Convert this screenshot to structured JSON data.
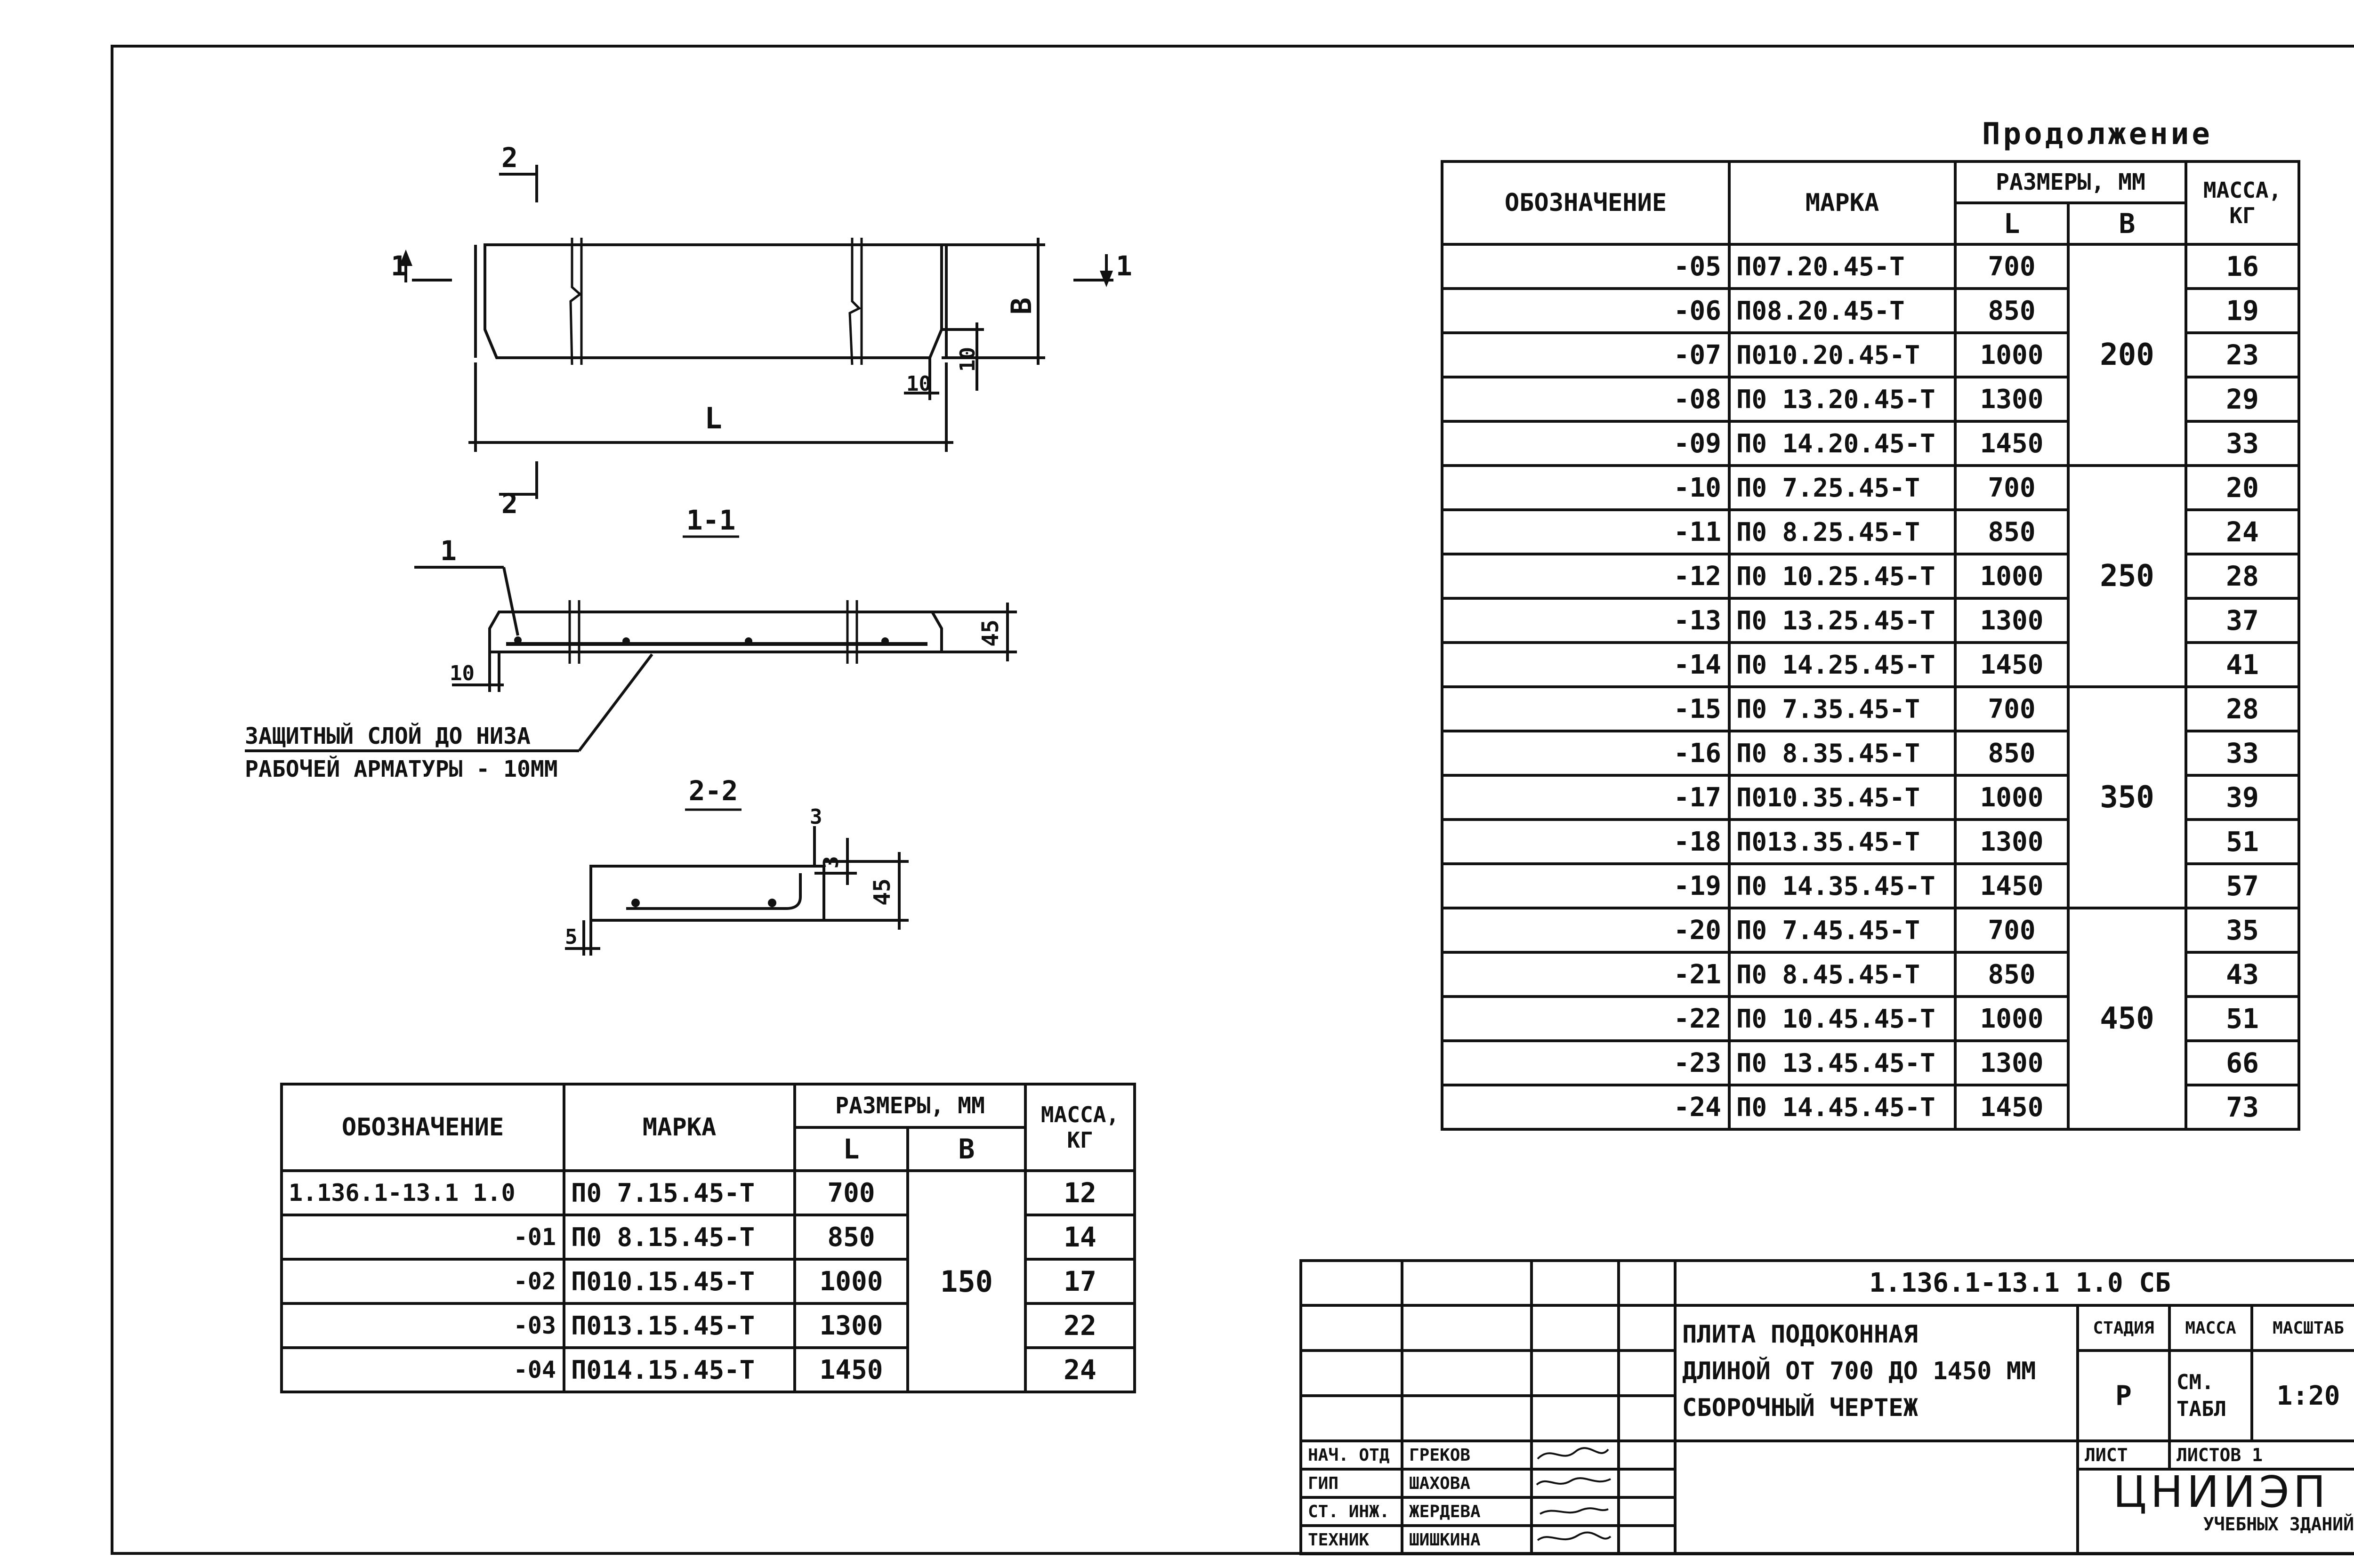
{
  "drawing": {
    "dims": {
      "L": "L",
      "B": "B",
      "ten": "10",
      "forty_five": "45",
      "three": "3",
      "five": "5"
    },
    "section_marks": {
      "one": "1",
      "two": "2"
    },
    "section_titles": {
      "s11": "1-1",
      "s22": "2-2"
    },
    "leader_1": "1",
    "note_line1": "ЗАЩИТНЫЙ СЛОЙ ДО НИЗА",
    "note_line2": "РАБОЧЕЙ АРМАТУРЫ - 10ММ"
  },
  "table_main": {
    "continuation": "Продолжение",
    "headers": {
      "designation": "ОБОЗНАЧЕНИЕ",
      "mark": "МАРКА",
      "sizes": "РАЗМЕРЫ, ММ",
      "l": "L",
      "b": "B",
      "mass": "МАССА, КГ"
    },
    "rows": [
      {
        "d": "-05",
        "m": "П07.20.45-Т",
        "l": "700",
        "mass": "16"
      },
      {
        "d": "-06",
        "m": "П08.20.45-Т",
        "l": "850",
        "mass": "19"
      },
      {
        "d": "-07",
        "m": "П010.20.45-Т",
        "l": "1000",
        "mass": "23"
      },
      {
        "d": "-08",
        "m": "П0 13.20.45-Т",
        "l": "1300",
        "mass": "29"
      },
      {
        "d": "-09",
        "m": "П0 14.20.45-Т",
        "l": "1450",
        "mass": "33"
      },
      {
        "d": "-10",
        "m": "П0 7.25.45-Т",
        "l": "700",
        "mass": "20"
      },
      {
        "d": "-11",
        "m": "П0 8.25.45-Т",
        "l": "850",
        "mass": "24"
      },
      {
        "d": "-12",
        "m": "П0 10.25.45-Т",
        "l": "1000",
        "mass": "28"
      },
      {
        "d": "-13",
        "m": "П0 13.25.45-Т",
        "l": "1300",
        "mass": "37"
      },
      {
        "d": "-14",
        "m": "П0 14.25.45-Т",
        "l": "1450",
        "mass": "41"
      },
      {
        "d": "-15",
        "m": "П0 7.35.45-Т",
        "l": "700",
        "mass": "28"
      },
      {
        "d": "-16",
        "m": "П0 8.35.45-Т",
        "l": "850",
        "mass": "33"
      },
      {
        "d": "-17",
        "m": "П010.35.45-Т",
        "l": "1000",
        "mass": "39"
      },
      {
        "d": "-18",
        "m": "П013.35.45-Т",
        "l": "1300",
        "mass": "51"
      },
      {
        "d": "-19",
        "m": "П0 14.35.45-Т",
        "l": "1450",
        "mass": "57"
      },
      {
        "d": "-20",
        "m": "П0 7.45.45-Т",
        "l": "700",
        "mass": "35"
      },
      {
        "d": "-21",
        "m": "П0 8.45.45-Т",
        "l": "850",
        "mass": "43"
      },
      {
        "d": "-22",
        "m": "П0 10.45.45-Т",
        "l": "1000",
        "mass": "51"
      },
      {
        "d": "-23",
        "m": "П0 13.45.45-Т",
        "l": "1300",
        "mass": "66"
      },
      {
        "d": "-24",
        "m": "П0 14.45.45-Т",
        "l": "1450",
        "mass": "73"
      }
    ],
    "b_groups": [
      "200",
      "250",
      "350",
      "450"
    ]
  },
  "table_small": {
    "headers": {
      "designation": "ОБОЗНАЧЕНИЕ",
      "mark": "МАРКА",
      "sizes": "РАЗМЕРЫ, ММ",
      "l": "L",
      "b": "B",
      "mass": "МАССА, КГ"
    },
    "rows": [
      {
        "d": "1.136.1-13.1 1.0",
        "m": "П0 7.15.45-Т",
        "l": "700",
        "mass": "12"
      },
      {
        "d": "-01",
        "m": "П0 8.15.45-Т",
        "l": "850",
        "mass": "14"
      },
      {
        "d": "-02",
        "m": "П010.15.45-Т",
        "l": "1000",
        "mass": "17"
      },
      {
        "d": "-03",
        "m": "П013.15.45-Т",
        "l": "1300",
        "mass": "22"
      },
      {
        "d": "-04",
        "m": "П014.15.45-Т",
        "l": "1450",
        "mass": "24"
      }
    ],
    "b_value": "150"
  },
  "stamp": {
    "code": "1.136.1-13.1 1.0 СБ",
    "title_line1": "ПЛИТА ПОДОКОННАЯ",
    "title_line2": "ДЛИНОЙ ОТ 700 ДО 1450 ММ",
    "title_line3": "СБОРОЧНЫЙ ЧЕРТЕЖ",
    "stage_h": "СТАДИЯ",
    "mass_h": "МАССА",
    "scale_h": "МАСШТАБ",
    "stage": "Р",
    "mass_line1": "СМ.",
    "mass_line2": "ТАБЛ",
    "scale": "1:20",
    "sheet_h": "ЛИСТ",
    "sheets_h": "ЛИСТОВ 1",
    "org": "ЦНИИЭП",
    "org_sub": "УЧЕБНЫХ ЗДАНИЙ",
    "roles": [
      {
        "role": "НАЧ. ОТД",
        "name": "ГРЕКОВ"
      },
      {
        "role": "ГИП",
        "name": "ШАХОВА"
      },
      {
        "role": "СТ. ИНЖ.",
        "name": "ЖЕРДЕВА"
      },
      {
        "role": "ТЕХНИК",
        "name": "ШИШКИНА"
      }
    ]
  }
}
